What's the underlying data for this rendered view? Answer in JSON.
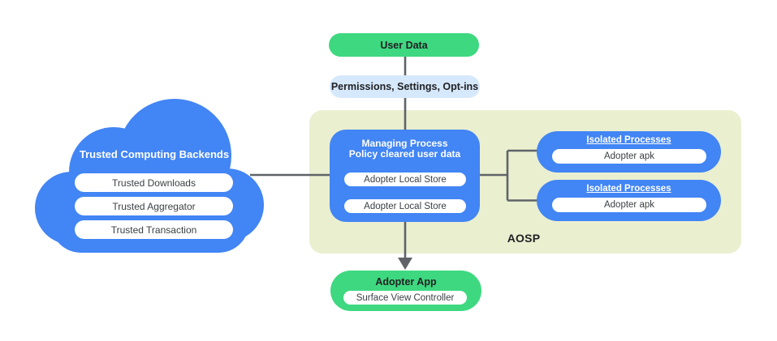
{
  "diagram": {
    "colors": {
      "blue": "#4285F4",
      "green": "#3ED880",
      "light_blue": "#D6E8FB",
      "aosp_background": "#EAEFD0",
      "connector_gray": "#5F6368",
      "pill_white": "#FFFFFF"
    },
    "cloud": {
      "title": "Trusted Computing Backends",
      "items": [
        "Trusted Downloads",
        "Trusted Aggregator",
        "Trusted Transaction"
      ]
    },
    "flow": {
      "user_data": "User Data",
      "permissions": "Permissions,  Settings, Opt-ins"
    },
    "aosp": {
      "label": "AOSP",
      "managing_process": {
        "title_line1": "Managing Process",
        "title_line2": "Policy cleared user data",
        "stores": [
          "Adopter Local Store",
          "Adopter Local Store"
        ]
      },
      "isolated_processes": [
        {
          "title": "Isolated Processes",
          "item": "Adopter apk"
        },
        {
          "title": "Isolated Processes",
          "item": "Adopter apk"
        }
      ]
    },
    "adopter_app": {
      "title": "Adopter App",
      "item": "Surface View Controller"
    }
  }
}
